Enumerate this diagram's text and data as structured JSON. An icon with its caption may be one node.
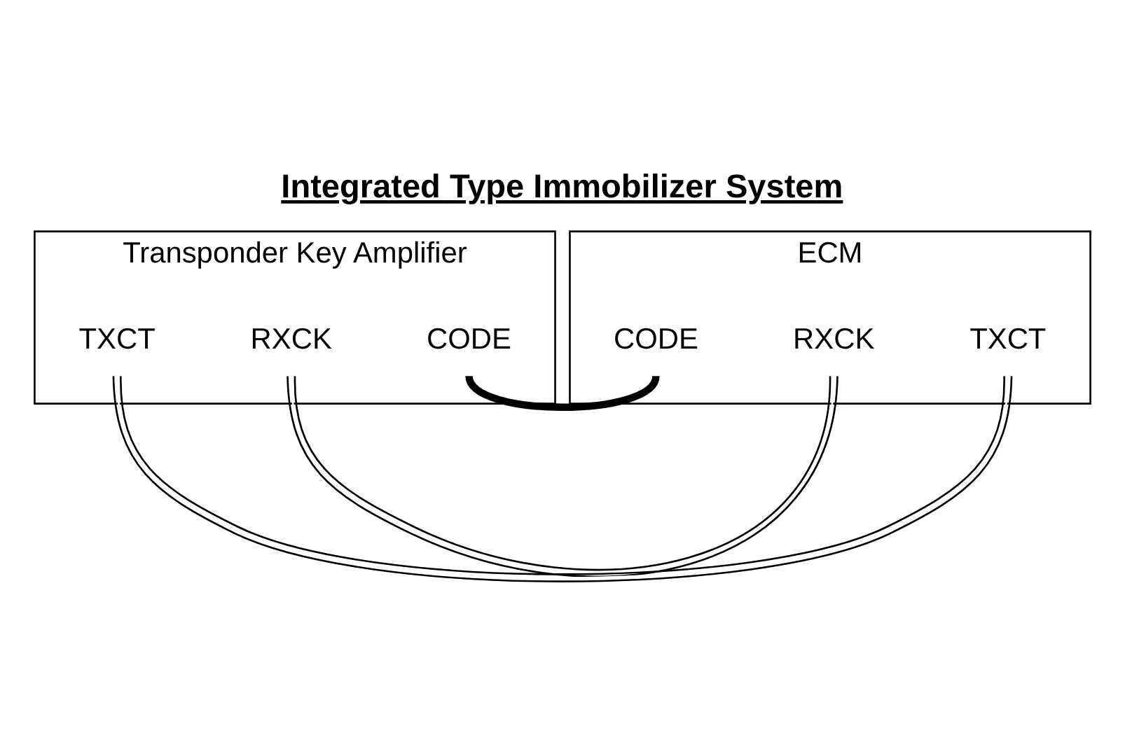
{
  "diagram": {
    "title": "Integrated Type Immobilizer System",
    "nodes": [
      {
        "text": [
          "Transponder Key Amplifier"
        ]
      },
      {
        "text": [
          "CODE"
        ],
        "in": 0
      },
      {
        "text": [
          "RXCK"
        ],
        "in": 0
      },
      {
        "text": [
          "TXCT"
        ],
        "in": 0
      },
      {
        "text": [
          "ECM"
        ]
      },
      {
        "text": [
          "TXCT"
        ],
        "in": 4
      },
      {
        "text": [
          "RXCK"
        ],
        "in": 4
      },
      {
        "text": [
          "CODE"
        ],
        "in": 4
      }
    ],
    "edges": [
      {
        "from": 1,
        "to": 7,
        "arrow": "none",
        "style": "thick"
      },
      {
        "from": 2,
        "to": 6,
        "arrow": "none"
      },
      {
        "from": 3,
        "to": 5,
        "arrow": "none"
      }
    ]
  }
}
